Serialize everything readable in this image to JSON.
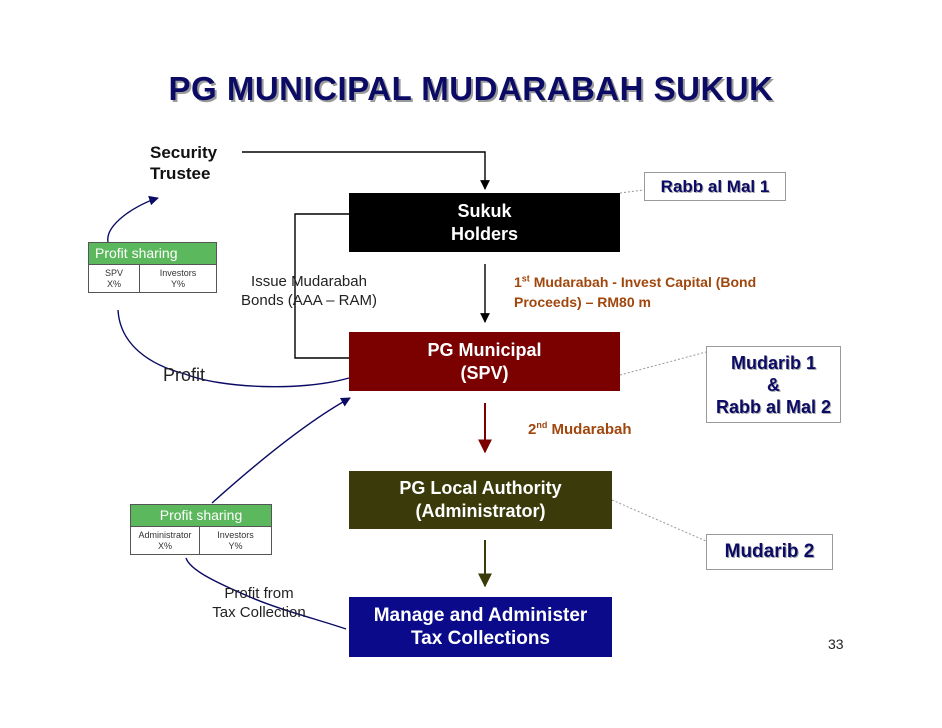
{
  "title": "PG MUNICIPAL MUDARABAH SUKUK",
  "security_trustee": [
    "Security",
    "Trustee"
  ],
  "boxes": {
    "holders": [
      "Sukuk",
      "Holders"
    ],
    "spv": [
      "PG Municipal",
      "(SPV)"
    ],
    "local_authority": [
      "PG Local Authority",
      "(Administrator)"
    ],
    "manage": [
      "Manage and Administer",
      "Tax Collections"
    ]
  },
  "tags": {
    "rabb1": "Rabb al Mal 1",
    "mudarib1": [
      "Mudarib 1",
      "&",
      "Rabb al Mal 2"
    ],
    "mudarib2": "Mudarib 2"
  },
  "profit_sharing_1": {
    "header": "Profit sharing",
    "cells": [
      [
        "SPV",
        "X%"
      ],
      [
        "Investors",
        "Y%"
      ]
    ]
  },
  "profit_sharing_2": {
    "header": "Profit sharing",
    "cells": [
      [
        "Administrator",
        "X%"
      ],
      [
        "Investors",
        "Y%"
      ]
    ]
  },
  "labels": {
    "issue": [
      "Issue Mudarabah",
      "Bonds (AAA – RAM)"
    ],
    "profit": "Profit",
    "tax": [
      "Profit from",
      "Tax Collection"
    ],
    "first_mudarabah": {
      "ordinal": "1",
      "sup": "st",
      "rest": " Mudarabah - Invest Capital (Bond",
      "line2": "Proceeds) – RM80 m"
    },
    "second_mudarabah": {
      "ordinal": "2",
      "sup": "nd",
      "rest": " Mudarabah"
    }
  },
  "page_number": "33",
  "colors": {
    "title": "#0b0b66",
    "holders": "#000000",
    "spv": "#7b0000",
    "local_authority": "#3a3a0b",
    "manage": "#0a0a8a",
    "profit_sharing": "#5cb85c",
    "annotation": "#a0470d",
    "curve": "#0b0b66"
  }
}
